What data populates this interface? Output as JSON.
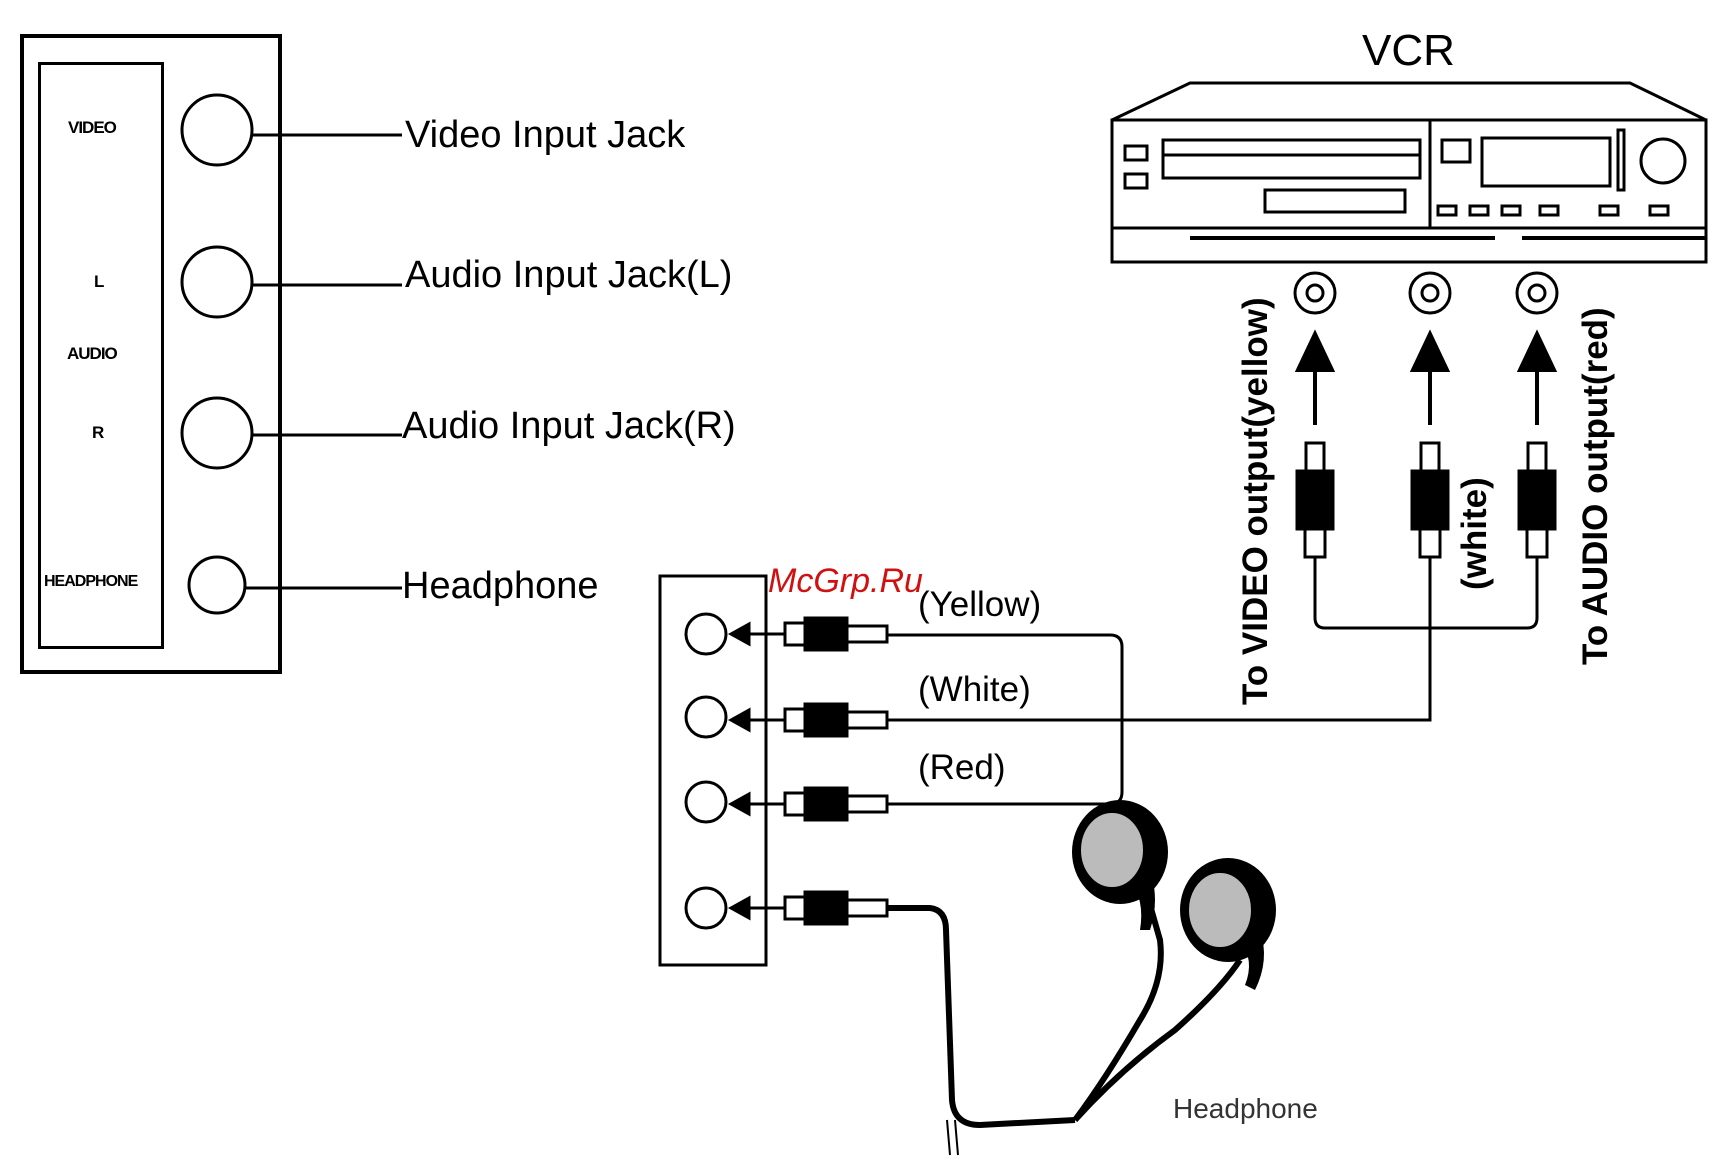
{
  "side_panel": {
    "labels": {
      "video": "VIDEO",
      "l": "L",
      "audio": "AUDIO",
      "r": "R",
      "headphone": "HEADPHONE"
    },
    "callouts": {
      "video": "Video Input Jack",
      "audio_l": "Audio Input Jack(L)",
      "audio_r": "Audio Input Jack(R)",
      "headphone": "Headphone"
    }
  },
  "vcr": {
    "title": "VCR",
    "video_output": "To VIDEO output(yellow)",
    "white": "(white)",
    "audio_output": "To AUDIO output(red)"
  },
  "cables": {
    "yellow": "(Yellow)",
    "white": "(White)",
    "red": "(Red)"
  },
  "headphone_label": "Headphone",
  "watermark": "McGrp.Ru"
}
